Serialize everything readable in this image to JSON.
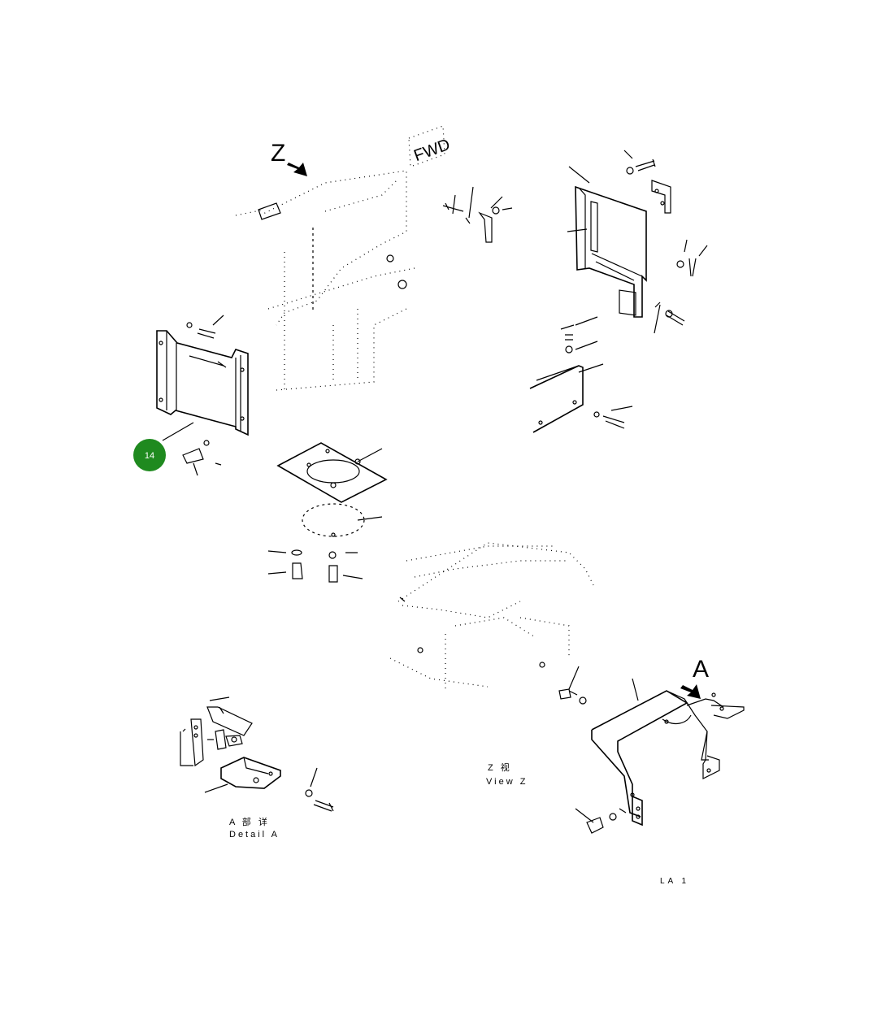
{
  "diagram": {
    "view_marker_z": "Z",
    "view_marker_a": "A",
    "fwd_label": "FWD",
    "view_z_caption_line1": "Z 视",
    "view_z_caption_line2": "View Z",
    "detail_a_caption_line1": "A 部 详",
    "detail_a_caption_line2": "Detail A",
    "drawing_number": "LA 1",
    "callout": {
      "number": "14",
      "color": "#1f8a1f"
    }
  }
}
